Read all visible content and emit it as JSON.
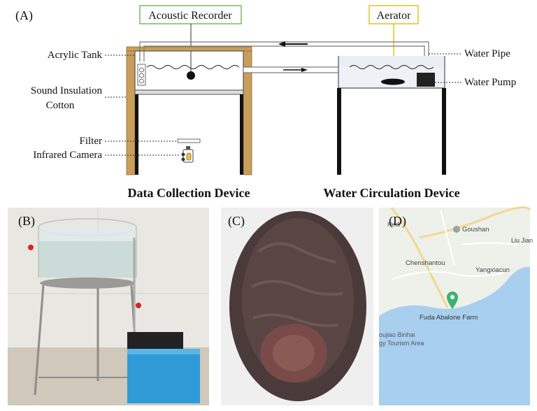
{
  "panels": {
    "a": {
      "panel_label": "(A)",
      "callouts": {
        "acoustic_recorder": "Acoustic Recorder",
        "aerator": "Aerator",
        "acrylic_tank": "Acrylic Tank",
        "sound_insulation_line1": "Sound Insulation",
        "sound_insulation_line2": "Cotton",
        "filter": "Filter",
        "infrared_camera": "Infrared Camera",
        "water_pipe": "Water Pipe",
        "water_pump": "Water Pump"
      },
      "device_titles": {
        "left": "Data Collection Device",
        "right": "Water Circulation Device"
      },
      "colors": {
        "insulation": "#c89e5a",
        "recorder_box": "#7fba5a",
        "aerator_box": "#e6c21f"
      }
    },
    "b": {
      "panel_label": "(B)"
    },
    "c": {
      "panel_label": "(C)"
    },
    "d": {
      "panel_label": "(D)",
      "map_labels": {
        "goushan": "Goushan",
        "liujian": "Liu Jian",
        "chenshantou": "Chenshantou",
        "yangxiacun": "Yangxiacun",
        "farm": "Fuda Abalone Farm",
        "binhai_line1": "oujiao Binhai",
        "binhai_line2": "gy Tourism Area",
        "hedi": "Hedi"
      },
      "marker_color": "#3cb371",
      "sea_color": "#a9cfee"
    }
  }
}
